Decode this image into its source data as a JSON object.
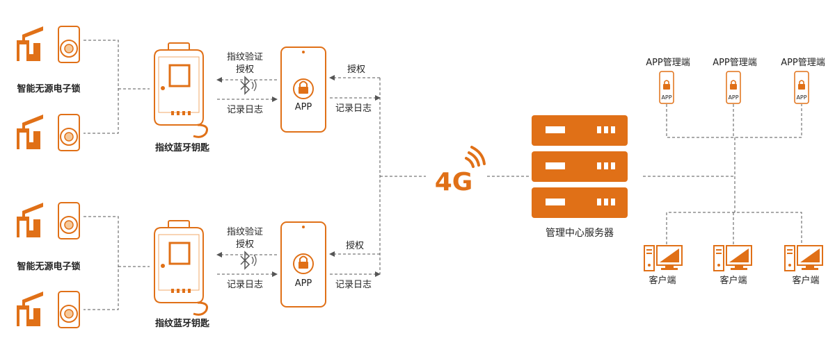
{
  "colors": {
    "accent": "#e07017",
    "accent_light": "#f6c99a",
    "line": "#555555"
  },
  "lock_label": "智能无源电子锁",
  "key_label": "指纹蓝牙钥匙",
  "app_label": "APP",
  "verify_label_1": "指纹验证",
  "verify_label_2": "授权",
  "log_label": "记录日志",
  "auth_label": "授权",
  "network_label": "4G",
  "server_label": "管理中心服务器",
  "app_admin_label": "APP管理端",
  "app_admin_icon_label": "APP",
  "client_label": "客户端",
  "icons": {
    "lock": "smart-lock-icon",
    "key": "fingerprint-key-icon",
    "phone": "phone-app-icon",
    "bluetooth": "bluetooth-icon",
    "signal": "wireless-signal-icon",
    "server": "server-rack-icon",
    "pc": "desktop-pc-icon"
  }
}
